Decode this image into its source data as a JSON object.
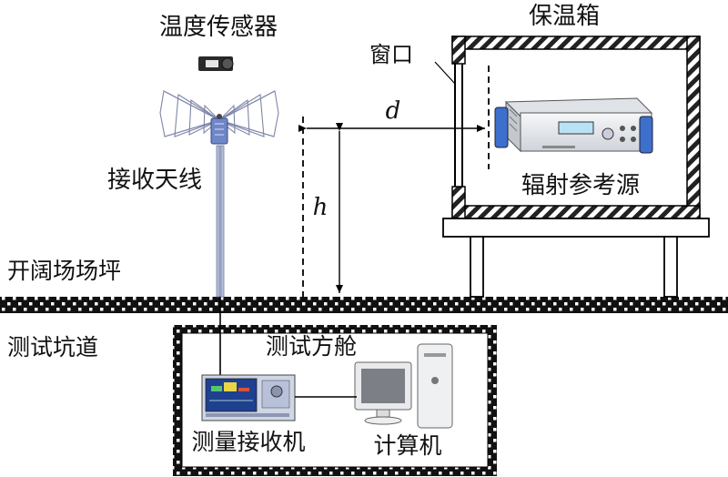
{
  "labels": {
    "temp_sensor": "温度传感器",
    "incubator": "保温箱",
    "window": "窗口",
    "distance": "d",
    "height": "h",
    "antenna": "接收天线",
    "radiation_source": "辐射参考源",
    "open_site": "开阔场场坪",
    "tunnel": "测试坑道",
    "cabin": "测试方舱",
    "receiver": "测量接收机",
    "computer": "计算机"
  },
  "colors": {
    "text": "#111111",
    "line": "#000000",
    "antenna_wire": "#7f86a8",
    "mast": "#9aa6c8",
    "device_body": "#e9ecef",
    "device_accent": "#3d6fcc"
  }
}
